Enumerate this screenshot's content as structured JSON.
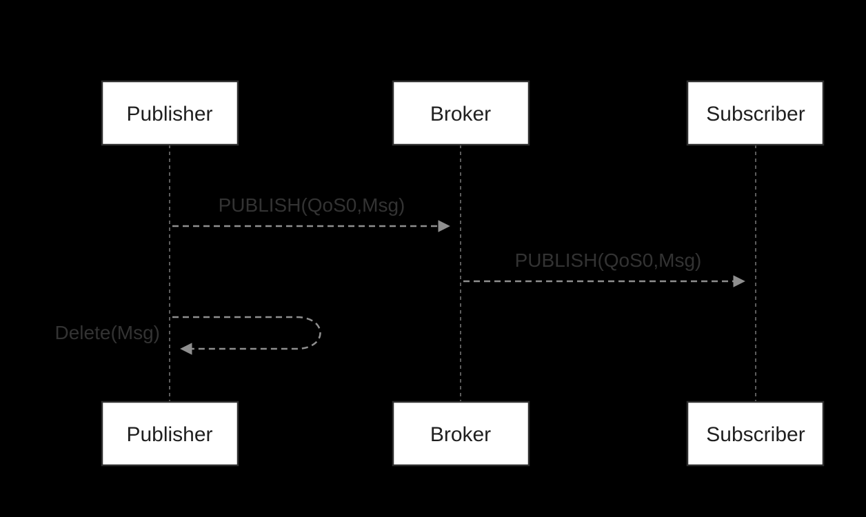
{
  "diagram": {
    "type": "sequence",
    "actors": [
      {
        "id": "publisher",
        "name": "Publisher"
      },
      {
        "id": "broker",
        "name": "Broker"
      },
      {
        "id": "subscriber",
        "name": "Subscriber"
      }
    ],
    "messages": [
      {
        "from": "Publisher",
        "to": "Broker",
        "label": "PUBLISH(QoS0,Msg)",
        "line": "dashed"
      },
      {
        "from": "Broker",
        "to": "Subscriber",
        "label": "PUBLISH(QoS0,Msg)",
        "line": "dashed"
      },
      {
        "from": "Publisher",
        "to": "Publisher",
        "label": "Delete(Msg)",
        "line": "dashed",
        "self": true
      }
    ],
    "colors": {
      "background": "#000000",
      "actor_box_fill": "#ffffff",
      "actor_box_border": "#2e2e2e",
      "actor_text": "#1f1f1f",
      "lifeline": "#5c5c5c",
      "arrow": "#8f8f8f",
      "message_text": "#333333"
    }
  }
}
